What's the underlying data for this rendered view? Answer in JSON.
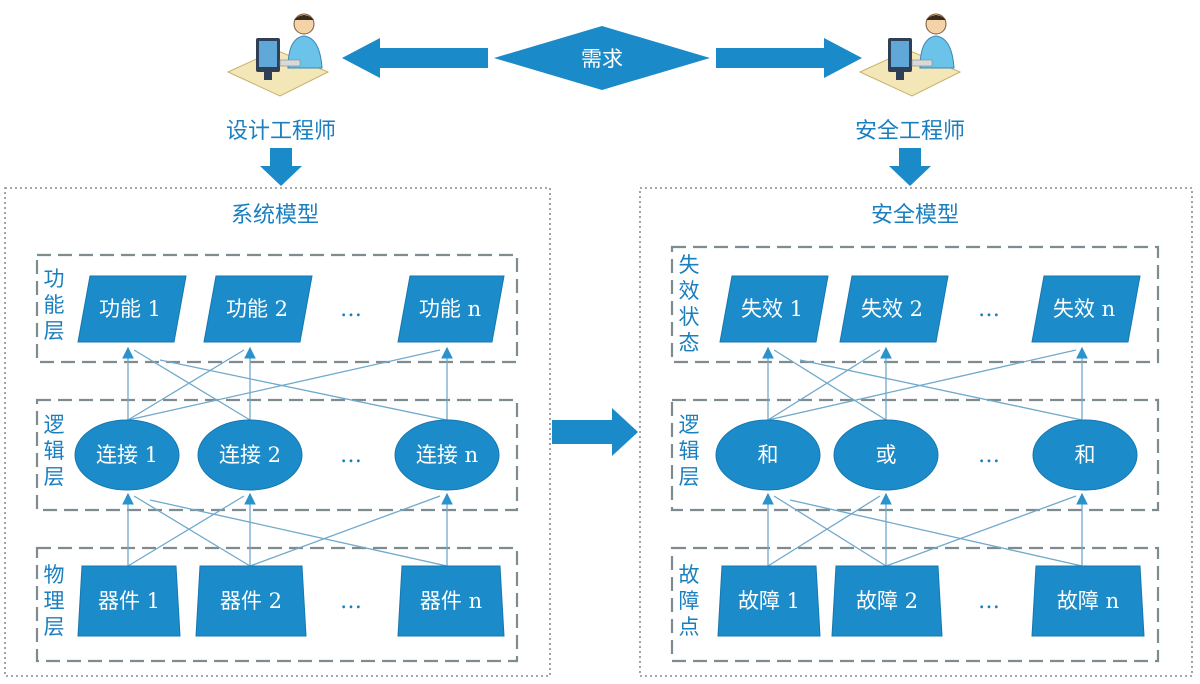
{
  "top": {
    "requirement": "需求",
    "design_engineer": "设计工程师",
    "safety_engineer": "安全工程师"
  },
  "system_model": {
    "title": "系统模型",
    "layers": [
      {
        "label": [
          "功",
          "能",
          "层"
        ],
        "nodes": [
          "功能 1",
          "功能 2",
          "功能 n"
        ]
      },
      {
        "label": [
          "逻",
          "辑",
          "层"
        ],
        "nodes": [
          "连接 1",
          "连接 2",
          "连接 n"
        ]
      },
      {
        "label": [
          "物",
          "理",
          "层"
        ],
        "nodes": [
          "器件 1",
          "器件 2",
          "器件 n"
        ]
      }
    ]
  },
  "safety_model": {
    "title": "安全模型",
    "layers": [
      {
        "label": [
          "失",
          "效",
          "状",
          "态"
        ],
        "nodes": [
          "失效 1",
          "失效 2",
          "失效 n"
        ]
      },
      {
        "label": [
          "逻",
          "辑",
          "层"
        ],
        "nodes": [
          "和",
          "或",
          "和"
        ]
      },
      {
        "label": [
          "故",
          "障",
          "点"
        ],
        "nodes": [
          "故障 1",
          "故障 2",
          "故障 n"
        ]
      }
    ]
  },
  "ellipsis": "…",
  "colors": {
    "node_fill": "#1b8bc9",
    "text_blue": "#1a7fbf",
    "arrow_blue": "#1a8ac8",
    "line_blue": "#6fa9cb",
    "dashed_gray": "#7f8c8f"
  }
}
